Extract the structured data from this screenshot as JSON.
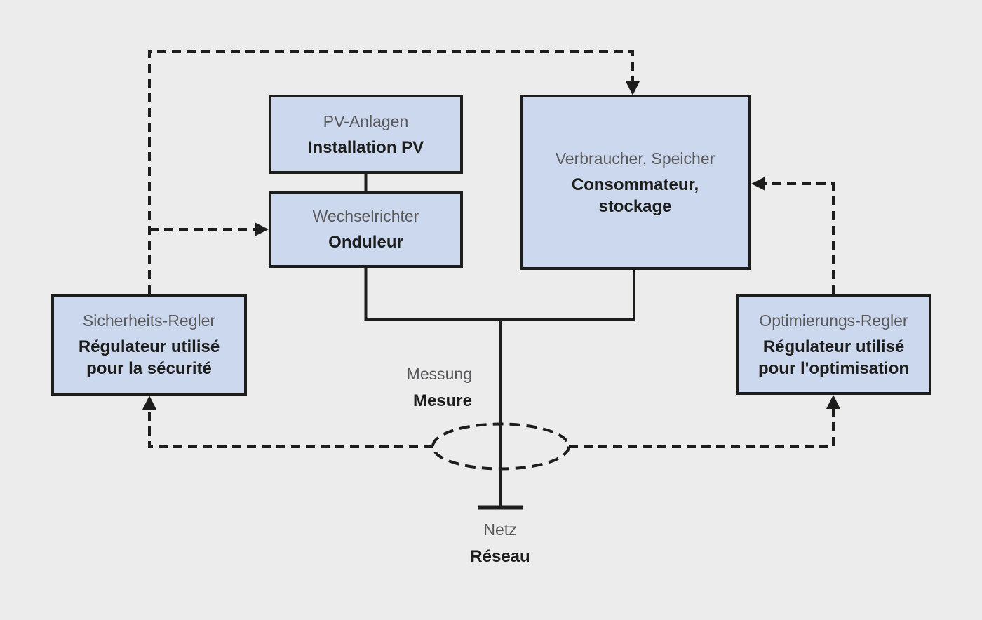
{
  "diagram": {
    "type": "block-diagram",
    "subject": "PV installation control scheme (German/French bilingual)",
    "colors": {
      "background": "#ececec",
      "box_fill": "#ccd8ee",
      "box_border": "#1d1d1b",
      "line": "#1d1d1b",
      "label_de": "#59595b",
      "label_fr": "#1d1d1b"
    },
    "nodes": {
      "pv": {
        "de": "PV-Anlagen",
        "fr": "Installation PV"
      },
      "inverter": {
        "de": "Wechselrichter",
        "fr": "Onduleur"
      },
      "consumer": {
        "de": "Verbraucher, Speicher",
        "fr": "Consommateur,\nstockage"
      },
      "safety_controller": {
        "de": "Sicherheits-Regler",
        "fr": "Régulateur utilisé\npour la sécurité"
      },
      "optimization_controller": {
        "de": "Optimierungs-Regler",
        "fr": "Régulateur utilisé\npour l'optimisation"
      },
      "measurement": {
        "de": "Messung",
        "fr": "Mesure"
      },
      "grid": {
        "de": "Netz",
        "fr": "Réseau"
      }
    }
  }
}
